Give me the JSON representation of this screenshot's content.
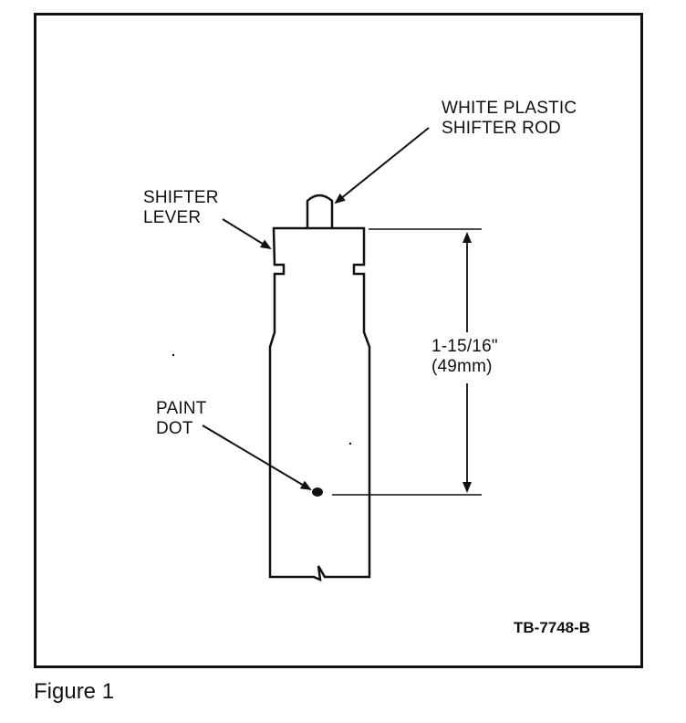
{
  "figure": {
    "caption": "Figure 1",
    "code": "TB-7748-B"
  },
  "labels": {
    "rod_line1": "WHITE PLASTIC",
    "rod_line2": "SHIFTER ROD",
    "lever_line1": "SHIFTER",
    "lever_line2": "LEVER",
    "dimension_line1": "1-15/16\"",
    "dimension_line2": "(49mm)",
    "dot_line1": "PAINT",
    "dot_line2": "DOT"
  },
  "colors": {
    "ink": "#111111",
    "paper": "#ffffff"
  }
}
